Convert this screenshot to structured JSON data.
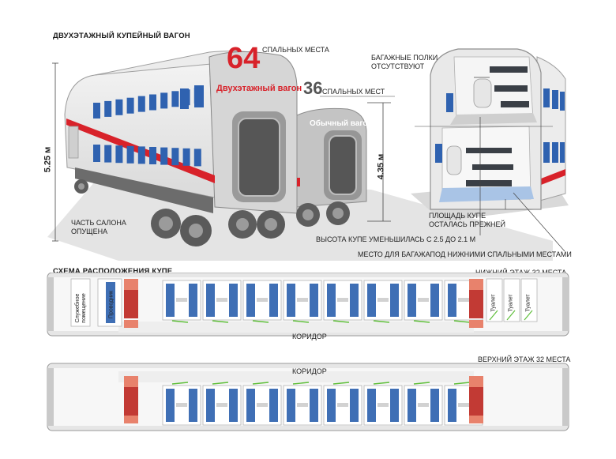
{
  "title": "ДВУХЭТАЖНЫЙ КУПЕЙНЫЙ ВАГОН",
  "double_deck": {
    "berths_number": "64",
    "berths_label": "СПАЛЬНЫХ МЕСТА",
    "name": "Двухэтажный вагон",
    "height": "5.25 м"
  },
  "regular": {
    "berths_number": "36",
    "berths_label": "СПАЛЬНЫХ МЕСТ",
    "name": "Обычный вагон",
    "height": "4.35 м"
  },
  "callouts": {
    "cutaway": "ЧАСТЬ САЛОНА\nОПУЩЕНА",
    "no_shelves": "БАГАЖНЫЕ ПОЛКИ\nОТСУТСТВУЮТ",
    "same_area": "ПЛОЩАДЬ КУПЕ\nОСТАЛАСЬ ПРЕЖНЕЙ",
    "height_reduced": "ВЫСОТА КУПЕ УМЕНЬШИЛАСЬ С 2.5 ДО 2.1 М",
    "luggage_space": "МЕСТО ДЛЯ БАГАЖАПОД НИЖНИМИ СПАЛЬНЫМИ МЕСТАМИ"
  },
  "layout": {
    "title": "СХЕМА РАСПОЛОЖЕНИЯ КУПЕ",
    "lower_floor": "НИЖНИЙ ЭТАЖ 32 МЕСТА",
    "upper_floor": "ВЕРХНИЙ ЭТАЖ 32 МЕСТА",
    "corridor": "КОРИДОР",
    "service_room": "Служебное\nпомещение",
    "conductor": "Проводник",
    "toilets": [
      "Туалет",
      "Туалет",
      "Туалет"
    ]
  },
  "colors": {
    "accent_red": "#d8222a",
    "berth_blue": "#3f6fb5",
    "window_blue": "#2f62b0",
    "stair_red": "#c23a34",
    "stair_salmon": "#e8826c",
    "car_gray": "#dedede"
  }
}
